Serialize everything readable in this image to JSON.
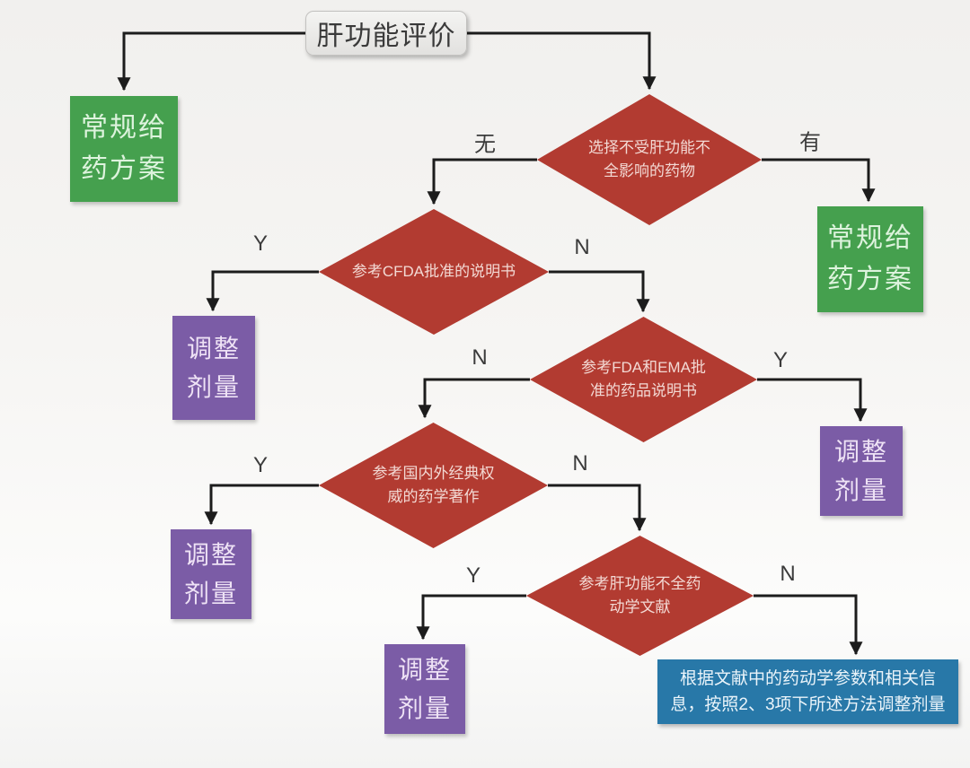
{
  "title": "肝功能评价",
  "colors": {
    "green": "#45a04e",
    "red": "#b23b31",
    "purple": "#7b5ca6",
    "blue": "#2878a8",
    "line": "#1c1c1c",
    "start-bg": "#ededeb"
  },
  "nodes": {
    "start": {
      "label": "肝功能评价",
      "type": "start"
    },
    "green_left": {
      "label": "常规给\n药方案",
      "type": "terminal"
    },
    "diamond_select": {
      "label": "选择不受肝功能不\n全影响的药物",
      "type": "decision"
    },
    "green_right": {
      "label": "常规给\n药方案",
      "type": "terminal"
    },
    "diamond_cfda": {
      "label": "参考CFDA批准的说明书",
      "type": "decision"
    },
    "adjust_1": {
      "label": "调整\n剂量",
      "type": "terminal"
    },
    "diamond_fda_ema": {
      "label": "参考FDA和EMA批\n准的药品说明书",
      "type": "decision"
    },
    "adjust_2": {
      "label": "调整\n剂量",
      "type": "terminal"
    },
    "diamond_books": {
      "label": "参考国内外经典权\n威的药学著作",
      "type": "decision"
    },
    "adjust_3": {
      "label": "调整\n剂量",
      "type": "terminal"
    },
    "diamond_pk_lit": {
      "label": "参考肝功能不全药\n动学文献",
      "type": "decision"
    },
    "adjust_4": {
      "label": "调整\n剂量",
      "type": "terminal"
    },
    "blue_final": {
      "label": "根据文献中的药动学参数和相关信\n息，按照2、3项下所述方法调整剂量",
      "type": "terminal"
    }
  },
  "edge_labels": {
    "select_no": "无",
    "select_yes": "有",
    "cfda_y": "Y",
    "cfda_n": "N",
    "fda_n": "N",
    "fda_y": "Y",
    "books_y": "Y",
    "books_n": "N",
    "pk_y": "Y",
    "pk_n": "N"
  }
}
